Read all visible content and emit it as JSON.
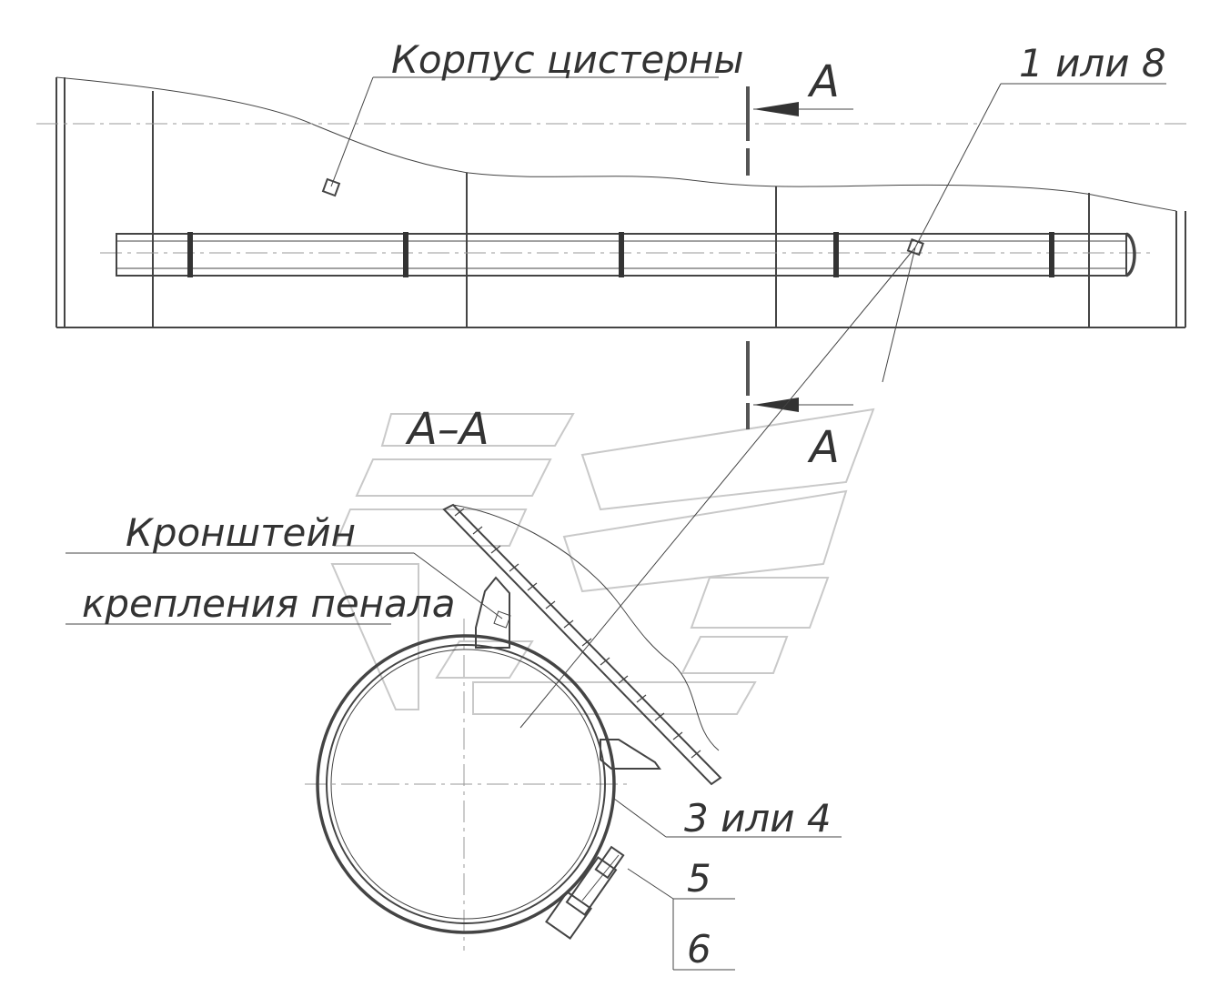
{
  "drawing": {
    "tank_body_label": "Корпус цистерны",
    "part_ref_top": "1 или 8",
    "section_marker": "А",
    "section_view_title": "А–А",
    "bracket_label_line1": "Кронштейн",
    "bracket_label_line2": "крепления пенала",
    "clamp_ref": "3 или 4",
    "bolt_ref": "5",
    "nut_ref": "6"
  },
  "colors": {
    "line": "#444444",
    "text": "#333333",
    "watermark": "#c9c9c9",
    "background": "#ffffff"
  }
}
